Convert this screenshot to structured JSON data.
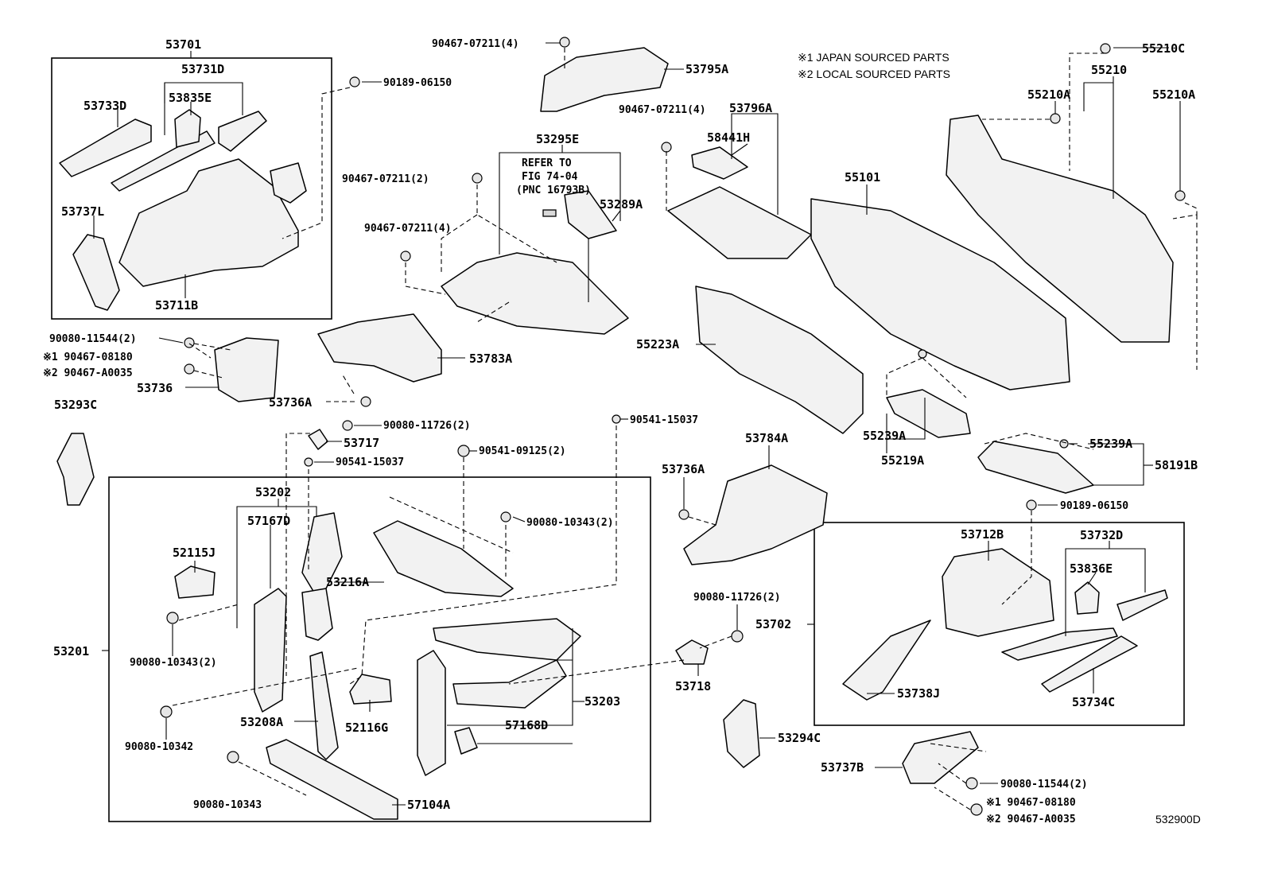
{
  "notes": [
    "※1 JAPAN SOURCED PARTS",
    "※2 LOCAL SOURCED PARTS"
  ],
  "diagram_code": "532900D",
  "labels": {
    "l53701": "53701",
    "l53731D": "53731D",
    "l53733D": "53733D",
    "l53835E": "53835E",
    "l90189_06150a": "90189-06150",
    "l53737L": "53737L",
    "l53711B": "53711B",
    "l90467_07211_4a": "90467-07211(4)",
    "l53795A": "53795A",
    "l90467_07211_4b": "90467-07211(4)",
    "l53796A": "53796A",
    "l53295E": "53295E",
    "refer1": "REFER TO",
    "refer2": "FIG 74-04",
    "refer3": "(PNC 16793B)",
    "l90467_07211_2": "90467-07211(2)",
    "l53289A": "53289A",
    "l90467_07211_4c": "90467-07211(4)",
    "l58441H": "58441H",
    "l55101": "55101",
    "l55210C": "55210C",
    "l55210": "55210",
    "l55210A_a": "55210A",
    "l55210A_b": "55210A",
    "l90080_11544_2a": "90080-11544(2)",
    "l90467_08180a": "※1 90467-08180",
    "l90467_A0035a": "※2 90467-A0035",
    "l53736": "53736",
    "l53736A_a": "53736A",
    "l53783A": "53783A",
    "l55223A": "55223A",
    "l53293C": "53293C",
    "l90080_11726_2a": "90080-11726(2)",
    "l53717": "53717",
    "l90541_15037a": "90541-15037",
    "l90541_15037b": "90541-15037",
    "l90541_09125_2": "90541-09125(2)",
    "l53202": "53202",
    "l57167D": "57167D",
    "l52115J": "52115J",
    "l53216A": "53216A",
    "l90080_10343_2a": "90080-10343(2)",
    "l53201": "53201",
    "l90080_10343_2b": "90080-10343(2)",
    "l53208A": "53208A",
    "l52116G": "52116G",
    "l57168D": "57168D",
    "l53203": "53203",
    "l90080_10342": "90080-10342",
    "l90080_10343": "90080-10343",
    "l57104A": "57104A",
    "l53784A": "53784A",
    "l53736A_b": "53736A",
    "l55239A_a": "55239A",
    "l55219A": "55219A",
    "l55239A_b": "55239A",
    "l58191B": "58191B",
    "l90189_06150b": "90189-06150",
    "l53712B": "53712B",
    "l53732D": "53732D",
    "l53836E": "53836E",
    "l53702": "53702",
    "l53738J": "53738J",
    "l53734C": "53734C",
    "l90080_11726_2b": "90080-11726(2)",
    "l53718": "53718",
    "l53294C": "53294C",
    "l53737B": "53737B",
    "l90080_11544_2b": "90080-11544(2)",
    "l90467_08180b": "※1 90467-08180",
    "l90467_A0035b": "※2 90467-A0035"
  }
}
